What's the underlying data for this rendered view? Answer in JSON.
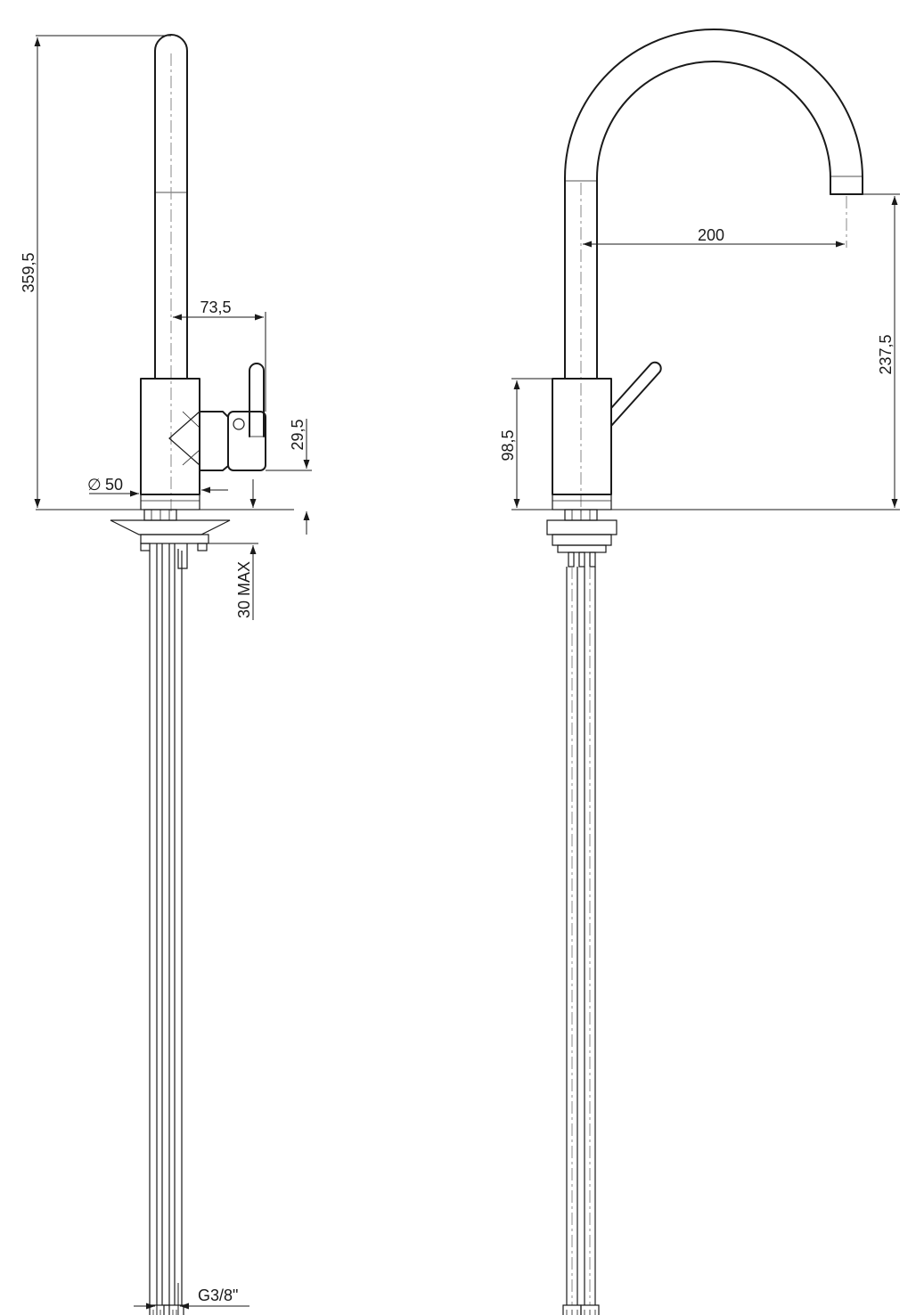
{
  "drawing": {
    "side_view": {
      "total_height": "359,5",
      "lever_offset": "73,5",
      "lever_height": "29,5",
      "base_diameter_symbol": "∅",
      "base_diameter": "50",
      "deck_thickness": "30 MAX",
      "hose_connection": "G3/8\""
    },
    "front_view": {
      "spout_reach": "200",
      "spout_height": "237,5",
      "body_height": "98,5"
    }
  }
}
